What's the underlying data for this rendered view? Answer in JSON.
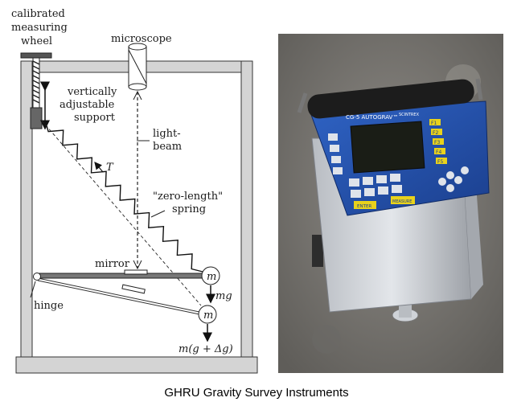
{
  "diagram": {
    "labels": {
      "wheel_line1": "calibrated",
      "wheel_line2": "measuring",
      "wheel_line3": "wheel",
      "microscope": "microscope",
      "support_line1": "vertically",
      "support_line2": "adjustable",
      "support_line3": "support",
      "beam_line1": "light-",
      "beam_line2": "beam",
      "tension": "T",
      "spring_line1": "\"zero-length\"",
      "spring_line2": "spring",
      "mirror": "mirror",
      "mass_upper": "m",
      "weight_upper": "mg",
      "hinge": "hinge",
      "mass_lower": "m",
      "weight_lower": "m(g + Δg)"
    }
  },
  "photo": {
    "device_title": "CG-5 AUTOGRAV™",
    "device_subtitle": "SCINTREX",
    "function_keys": [
      "F1",
      "F2",
      "F3",
      "F4",
      "F5"
    ],
    "key_enter": "ENTER",
    "key_measure": "MEASURE"
  },
  "caption": "GHRU Gravity Survey Instruments"
}
